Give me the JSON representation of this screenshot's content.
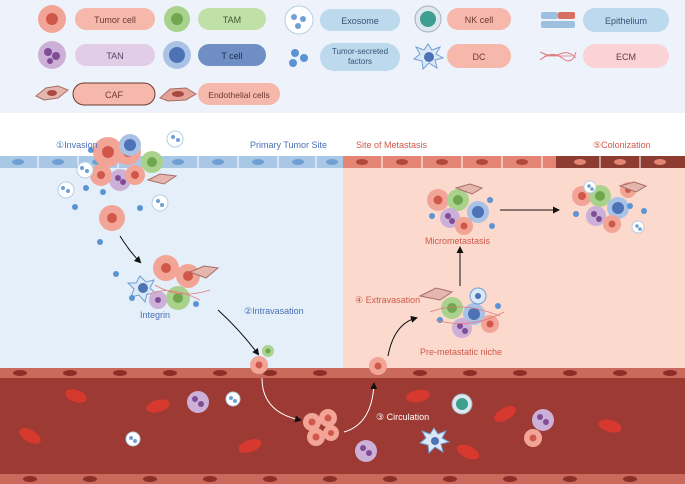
{
  "legend": {
    "items": [
      {
        "label": "Tumor cell",
        "icon": "tumor-cell-icon",
        "color": "#f4b6aa"
      },
      {
        "label": "TAM",
        "icon": "tam-icon",
        "color": "#bfe0a6"
      },
      {
        "label": "Exosome",
        "icon": "exosome-icon",
        "color": "#bcd9ee"
      },
      {
        "label": "NK cell",
        "icon": "nk-cell-icon",
        "color": "#f4b6aa"
      },
      {
        "label": "Epithelium",
        "icon": "epithelium-icon",
        "color": "#bcd9ee"
      },
      {
        "label": "TAN",
        "icon": "tan-icon",
        "color": "#e2cde6"
      },
      {
        "label": "T cell",
        "icon": "t-cell-icon",
        "color": "#6f8fc4"
      },
      {
        "label": "Tumor-secreted factors",
        "icon": "tumor-secreted-factors-icon",
        "color": "#bcd9ee"
      },
      {
        "label": "DC",
        "icon": "dc-icon",
        "color": "#f4b6aa"
      },
      {
        "label": "ECM",
        "icon": "ecm-icon",
        "color": "#f9d3d6"
      },
      {
        "label": "CAF",
        "icon": "caf-icon",
        "color": "#f4b6aa"
      },
      {
        "label": "Endothelial cells",
        "icon": "endothelial-cells-icon",
        "color": "#f9d3d6"
      }
    ]
  },
  "labels": {
    "invasion": "①Invasion",
    "primary_site": "Primary Tumor Site",
    "metastasis_site": "Site of Metastasis",
    "colonization": "⑤Colonization",
    "micrometastasis": "Micrometastasis",
    "extravasation": "④ Extravasation",
    "integrin": "Integrin",
    "intravasation": "②Intravasation",
    "pre_metastatic": "Pre-metastatic niche",
    "circulation": "③ Circulation"
  },
  "colors": {
    "legend_bg": "#eef3fb",
    "primary_bg": "#e4effa",
    "metastasis_bg": "#fbd9cd",
    "vessel": "#9c3a33",
    "label_blue": "#4a6fb5",
    "label_red": "#d0584a"
  }
}
